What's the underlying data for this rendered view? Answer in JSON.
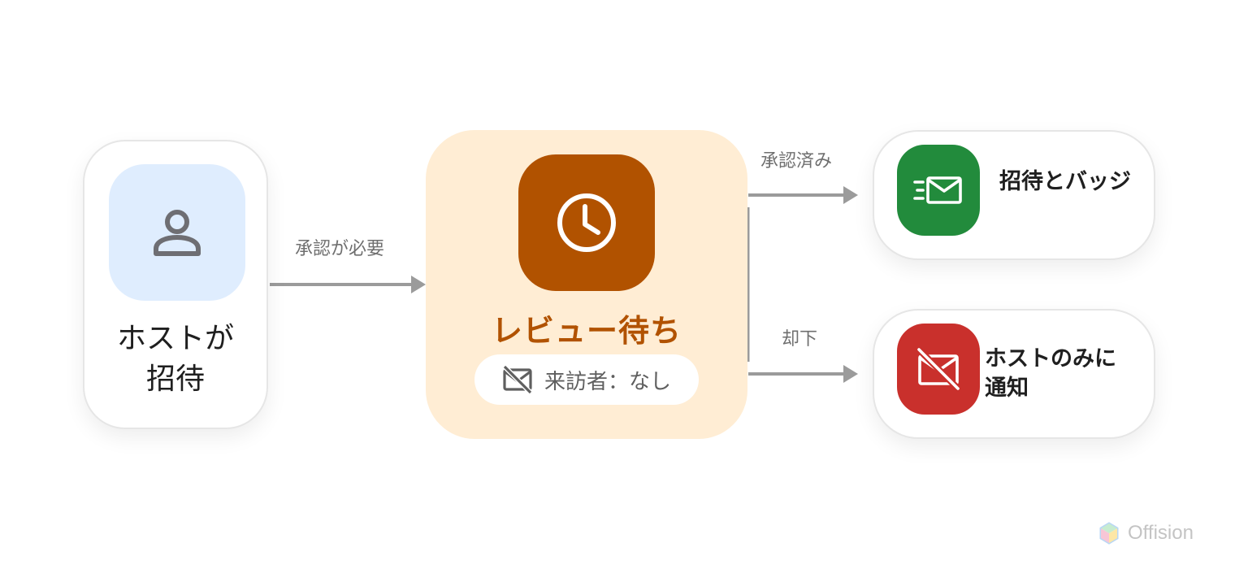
{
  "nodes": {
    "host": {
      "title": "ホストが\n招待",
      "icon": "person-icon",
      "color": "#dfedfe"
    },
    "review": {
      "title": "レビュー待ち",
      "icon": "clock-icon",
      "color": "#b15200",
      "background": "#ffedd4",
      "visitor_status": "来訪者：なし",
      "visitor_icon": "mail-off-icon"
    },
    "approved": {
      "title": "招待とバッジ",
      "icon": "mail-send-icon",
      "color": "#228b3c"
    },
    "rejected": {
      "title": "ホストのみに\n通知",
      "icon": "mail-off-icon",
      "color": "#c9302c"
    }
  },
  "edges": {
    "host_to_review": "承認が必要",
    "review_to_approved": "承認済み",
    "review_to_rejected": "却下"
  },
  "brand": {
    "name": "Offision"
  }
}
